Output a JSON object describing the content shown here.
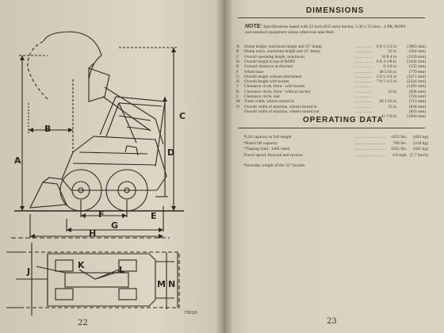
{
  "left_page": {
    "page_number": "22",
    "figure_code": "7301H",
    "labels": {
      "A": "A",
      "B": "B",
      "C": "C",
      "D": "D",
      "E": "E",
      "F": "F",
      "G": "G",
      "H": "H",
      "J": "J",
      "K": "K",
      "L": "L",
      "M": "M",
      "N": "N"
    }
  },
  "right_page": {
    "page_number": "23",
    "dimensions_title": "DIMENSIONS",
    "note_label": "NOTE:",
    "note_line_1": "Specifications based with 33 inch (835 mm) bucket, 5.30 x 15 tires - 4 PR, ROPS",
    "note_line_2": "and standard equipment unless otherwise specified.",
    "dimensions": [
      {
        "key": "A",
        "desc": "Dump height, maximum height and 35° dump",
        "value": "6 ft 1-1/2 in",
        "metric": "(1863 mm)"
      },
      {
        "key": "B",
        "desc": "Dump reach, maximum height and 35° dump",
        "value": "22 in",
        "metric": "(564 mm)"
      },
      {
        "key": "C",
        "desc": "Overall operating height, maximum",
        "value": "10 ft 4 in",
        "metric": "(3150 mm)"
      },
      {
        "key": "D",
        "desc": "Overall height to top of ROPS",
        "value": "6 ft 4-1/8 in",
        "metric": "(1942 mm)"
      },
      {
        "key": "E",
        "desc": "Ground clearance at drawbar",
        "value": "6-1/8 in",
        "metric": "(155 mm)"
      },
      {
        "key": "F",
        "desc": "Wheel base",
        "value": "30-5/16 in",
        "metric": "(770 mm)"
      },
      {
        "key": "G",
        "desc": "Overall length without attachment",
        "value": "5 ft 5-3/4 in",
        "metric": "(1671 mm)"
      },
      {
        "key": "H",
        "desc": "Overall length with bucket",
        "value": "7 ft 7-1/2 in",
        "metric": "(2324 mm)"
      },
      {
        "key": "J",
        "desc": "Clearance circle, front - with bucket",
        "value": "",
        "metric": "(1492 mm)"
      },
      {
        "key": "K",
        "desc": "Clearance circle, front - without bucket",
        "value": "33 in",
        "metric": "(838 mm)"
      },
      {
        "key": "L",
        "desc": "Clearance circle, rear",
        "value": "",
        "metric": "(726 mm)"
      },
      {
        "key": "M",
        "desc": "Tread width, wheels turned in",
        "value": "28-1/16 in",
        "metric": "(713 mm)"
      },
      {
        "key": "N",
        "desc": "Overall width of machine, wheels turned in",
        "value": "33 in",
        "metric": "(838 mm)"
      },
      {
        "key": "",
        "desc": "Overall width of machine, wheels turned out",
        "value": "",
        "metric": "(835 mm)"
      },
      {
        "key": "",
        "desc": "",
        "value": "41-7/8 in",
        "metric": "(1064 mm)"
      }
    ],
    "operating_title": "OPERATING DATA",
    "operating": [
      {
        "desc": "*Lift capacity to full height",
        "value": "1035 lbs.",
        "metric": "(465 kg)"
      },
      {
        "desc": "*Rated lift capacity",
        "value": "700 lbs.",
        "metric": "(318 kg)"
      },
      {
        "desc": "*Tipping load - SAE rated",
        "value": "1035 lbs.",
        "metric": "(465 kg)"
      },
      {
        "desc": "Travel speed, forward and reverse",
        "value": "4.8 mph",
        "metric": "(7.7 km/h)"
      }
    ],
    "footnote": "*Includes weight of the 33\" bucket."
  }
}
